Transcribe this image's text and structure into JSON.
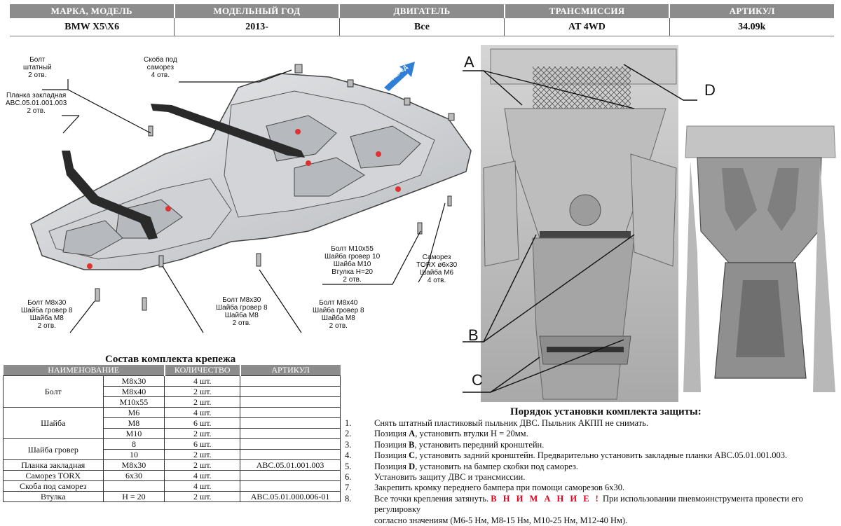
{
  "header": {
    "columns": [
      "МАРКА, МОДЕЛЬ",
      "МОДЕЛЬНЫЙ ГОД",
      "ДВИГАТЕЛЬ",
      "ТРАНСМИССИЯ",
      "АРТИКУЛ"
    ],
    "values": [
      "BMW X5\\X6",
      "2013-",
      "Все",
      "AT 4WD",
      "34.09k"
    ]
  },
  "callouts": {
    "bolt_std": [
      "Болт",
      "штатный",
      "2 отв."
    ],
    "plate": [
      "Планка закладная",
      "ABC.05.01.001.003",
      "2 отв."
    ],
    "bracket": [
      "Скоба под",
      "саморез",
      "4 отв."
    ],
    "front": "ПЕРЕД",
    "m10": [
      "Болт М10х55",
      "Шайба гровер 10",
      "Шайба М10",
      "Втулка H=20",
      "2 отв."
    ],
    "torx": [
      "Саморез",
      "TORX ø6х30",
      "Шайба М6",
      "4 отв."
    ],
    "m8_left": [
      "Болт М8х30",
      "Шайба гровер 8",
      "Шайба М8",
      "2 отв."
    ],
    "m8_mid": [
      "Болт М8х30",
      "Шайба гровер 8",
      "Шайба М8",
      "2 отв."
    ],
    "m8_40": [
      "Болт М8х40",
      "Шайба гровер 8",
      "Шайба М8",
      "2 отв."
    ]
  },
  "letters": {
    "a": "A",
    "b": "B",
    "c": "C",
    "d": "D"
  },
  "kit": {
    "title": "Состав комплекта крепежа",
    "headers": [
      "НАИМЕНОВАНИЕ",
      "КОЛИЧЕСТВО",
      "АРТИКУЛ"
    ],
    "rows": [
      {
        "name": "Болт",
        "items": [
          [
            "M8x30",
            "4 шт.",
            ""
          ],
          [
            "M8x40",
            "2 шт.",
            ""
          ],
          [
            "M10x55",
            "2 шт.",
            ""
          ]
        ]
      },
      {
        "name": "Шайба",
        "items": [
          [
            "M6",
            "4 шт.",
            ""
          ],
          [
            "M8",
            "6 шт.",
            ""
          ],
          [
            "M10",
            "2 шт.",
            ""
          ]
        ]
      },
      {
        "name": "Шайба гровер",
        "items": [
          [
            "8",
            "6 шт.",
            ""
          ],
          [
            "10",
            "2 шт.",
            ""
          ]
        ]
      },
      {
        "name": "Планка закладная",
        "items": [
          [
            "M8x30",
            "2 шт.",
            "ABC.05.01.001.003"
          ]
        ]
      },
      {
        "name": "Саморез TORX",
        "items": [
          [
            "6x30",
            "4 шт.",
            ""
          ]
        ]
      },
      {
        "name": "Скоба под саморез",
        "items": [
          [
            "",
            "4 шт.",
            ""
          ]
        ]
      },
      {
        "name": "Втулка",
        "items": [
          [
            "H = 20",
            "2 шт.",
            "ABC.05.01.000.006-01"
          ]
        ]
      }
    ]
  },
  "instructions": {
    "title": "Порядок установки комплекта защиты:",
    "steps": [
      {
        "n": "1.",
        "t": "Снять штатный пластиковый пыльник ДВС. Пыльник АКПП не снимать."
      },
      {
        "n": "2.",
        "pre": "Позиция ",
        "b": "A",
        "t": ", установить втулки H = 20мм."
      },
      {
        "n": "3.",
        "pre": "Позиция ",
        "b": "B",
        "t": ", установить передний кронштейн."
      },
      {
        "n": "4.",
        "pre": "Позиция ",
        "b": "C",
        "t": ", установить задний кронштейн. Предварительно установить закладные планки ABC.05.01.001.003."
      },
      {
        "n": "5.",
        "pre": "Позиция ",
        "b": "D",
        "t": ", установить на бампер скобки под саморез."
      },
      {
        "n": "6.",
        "t": "Установить защиту ДВС и трансмиссии."
      },
      {
        "n": "7.",
        "t": "Закрепить кромку переднего бампера при помощи саморезов 6x30."
      },
      {
        "n": "8.",
        "t": "Все точки крепления затянуть. ",
        "warn": "В Н И М А Н И Е !",
        "t2": "  При использовании пневмоинструмента провести его регулировку"
      },
      {
        "n": "",
        "t": "согласно значениям (М6-5 Нм, М8-15 Нм, М10-25 Нм, М12-40 Нм)."
      }
    ]
  }
}
